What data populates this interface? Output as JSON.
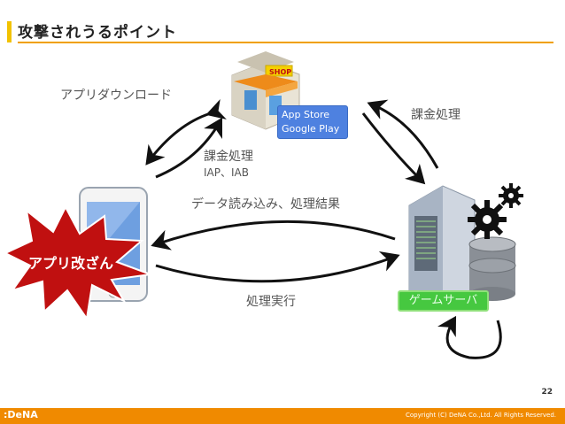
{
  "slide": {
    "title": "攻撃されうるポイント",
    "page_number": "22"
  },
  "labels": {
    "app_download": "アプリダウンロード",
    "billing_top_right": "課金処理",
    "billing_left": "課金処理",
    "iap_iab": "IAP、IAB",
    "data_read": "データ読み込み、処理結果",
    "process_exec": "処理実行"
  },
  "store": {
    "line1": "App Store",
    "line2": "Google Play"
  },
  "server": {
    "label": "ゲームサーバ"
  },
  "burst": {
    "text": "アプリ改ざん"
  },
  "shop_sign": "SHOP",
  "footer": {
    "logo": ":DeNA",
    "copyright": "Copyright (C) DeNA Co.,Ltd. All Rights Reserved."
  },
  "colors": {
    "accent_orange": "#f08a00",
    "title_marker": "#f2c200",
    "store_blue": "#4e81e0",
    "server_green": "#46c840",
    "burst_red": "#c01010"
  },
  "icons": [
    "shop-icon",
    "smartphone-icon",
    "server-icon",
    "database-icon",
    "gear-icon"
  ]
}
